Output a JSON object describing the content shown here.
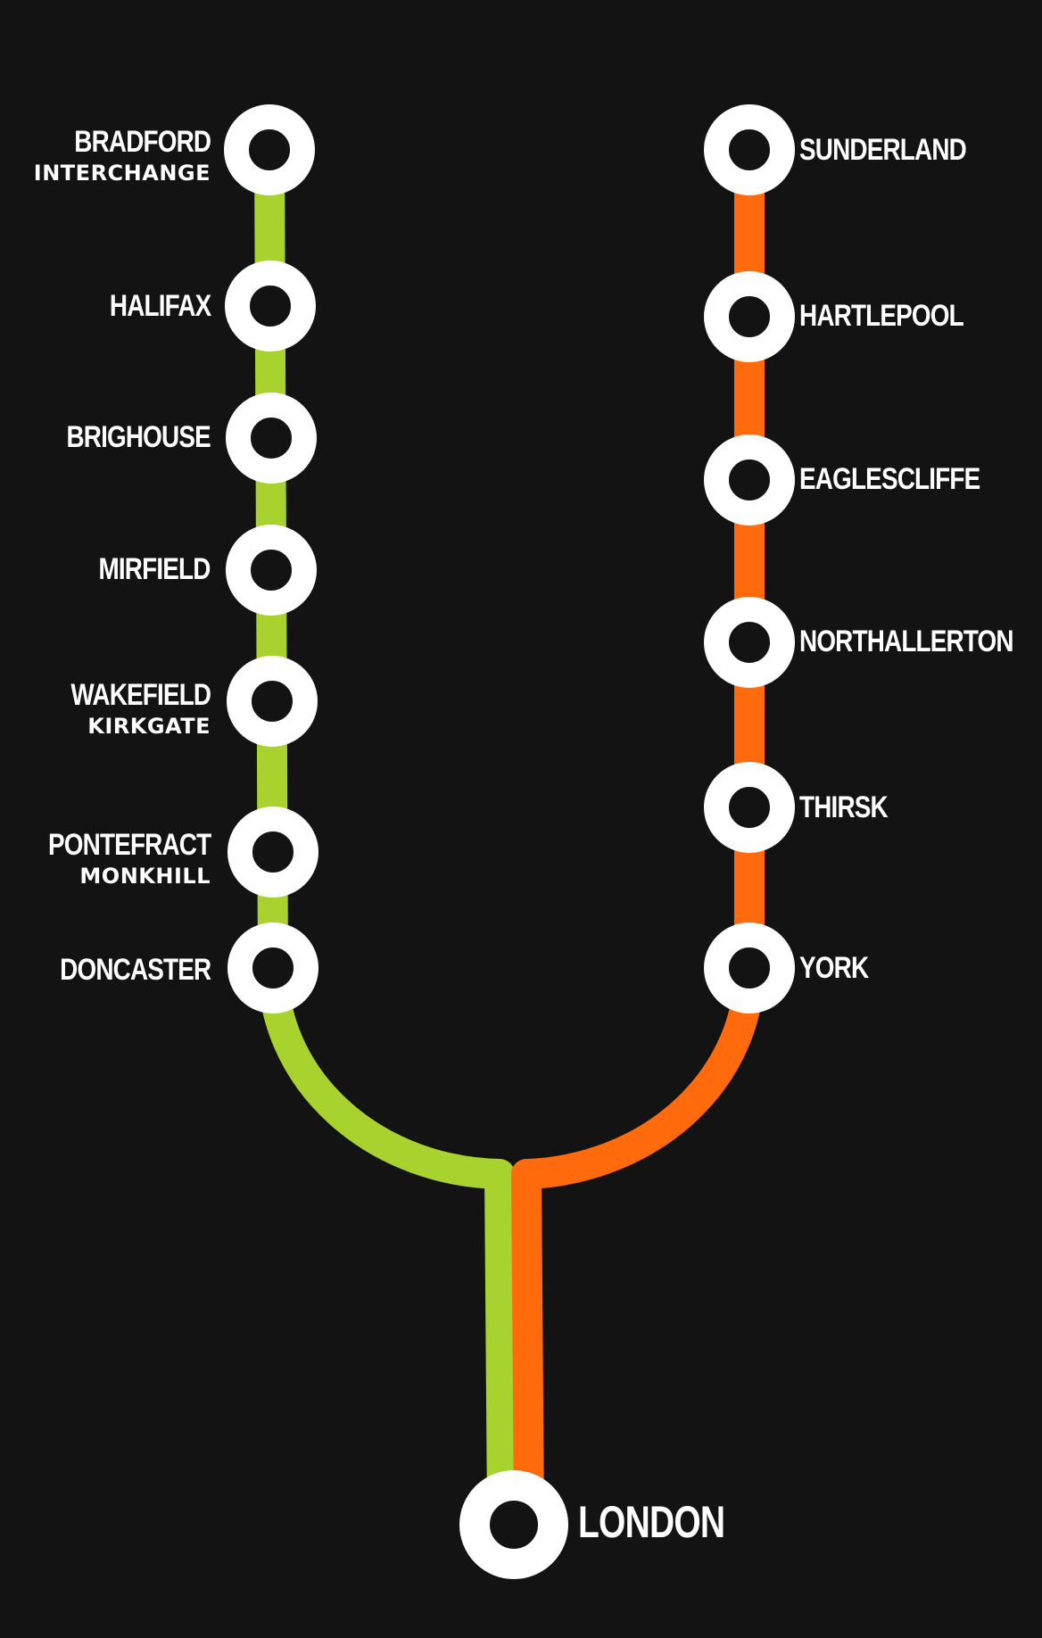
{
  "colors": {
    "background": "#131313",
    "green_line": "#a8d22e",
    "orange_line": "#ff6a0c",
    "station_ring": "#ffffff"
  },
  "green_line": {
    "stations": [
      {
        "name": "BRADFORD",
        "sub": "INTERCHANGE"
      },
      {
        "name": "HALIFAX",
        "sub": ""
      },
      {
        "name": "BRIGHOUSE",
        "sub": ""
      },
      {
        "name": "MIRFIELD",
        "sub": ""
      },
      {
        "name": "WAKEFIELD",
        "sub": "KIRKGATE"
      },
      {
        "name": "PONTEFRACT",
        "sub": "MONKHILL"
      },
      {
        "name": "DONCASTER",
        "sub": ""
      }
    ]
  },
  "orange_line": {
    "stations": [
      {
        "name": "SUNDERLAND",
        "sub": ""
      },
      {
        "name": "HARTLEPOOL",
        "sub": ""
      },
      {
        "name": "EAGLESCLIFFE",
        "sub": ""
      },
      {
        "name": "NORTHALLERTON",
        "sub": ""
      },
      {
        "name": "THIRSK",
        "sub": ""
      },
      {
        "name": "YORK",
        "sub": ""
      }
    ]
  },
  "terminus": {
    "name": "LONDON"
  }
}
